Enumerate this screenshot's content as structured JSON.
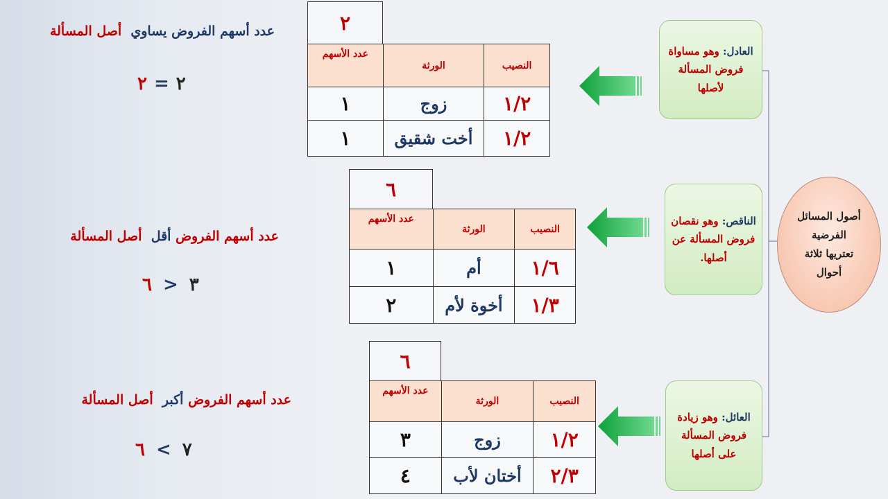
{
  "statements": [
    {
      "p1": "عدد أسهم الفروض",
      "p2": "يساوي",
      "p3": "أصل المسألة",
      "left": "٢",
      "op": "=",
      "right": "٢"
    },
    {
      "p1": "عدد أسهم الفروض",
      "p2": "أقل",
      "p3": "أصل المسألة",
      "left": "٦",
      "op": ">",
      "right": "٣"
    },
    {
      "p1": "عدد أسهم الفروض",
      "p2": "أكبر",
      "p3": "أصل المسألة",
      "left": "٦",
      "op": "<",
      "right": "٧"
    }
  ],
  "tables": [
    {
      "total": "٢",
      "headers": {
        "share": "النصيب",
        "heir": "الورثة",
        "count": "عدد الأسهم"
      },
      "rows": [
        {
          "share": "١/٢",
          "heir": "زوج",
          "count": "١"
        },
        {
          "share": "١/٢",
          "heir": "أخت  شقيق",
          "count": "١"
        }
      ]
    },
    {
      "total": "٦",
      "headers": {
        "share": "النصيب",
        "heir": "الورثة",
        "count": "عدد الأسهم"
      },
      "rows": [
        {
          "share": "١/٦",
          "heir": "أم",
          "count": "١"
        },
        {
          "share": "١/٣",
          "heir": "أخوة  لأم",
          "count": "٢"
        }
      ]
    },
    {
      "total": "٦",
      "headers": {
        "share": "النصيب",
        "heir": "الورثة",
        "count": "عدد الأسهم"
      },
      "rows": [
        {
          "share": "١/٢",
          "heir": "زوج",
          "count": "٣"
        },
        {
          "share": "٢/٣",
          "heir": "أختان لأب",
          "count": "٤"
        }
      ]
    }
  ],
  "cases": [
    {
      "term": "العادل:",
      "desc": "وهو مساواة فروض المسألة لأصلها"
    },
    {
      "term": "الناقص:",
      "desc": "وهو نقصان فروض المسألة عن أصلها."
    },
    {
      "term": "العائل:",
      "desc": "وهو زيادة فروض المسألة على أصلها"
    }
  ],
  "root": {
    "line1": "أصول المسائل",
    "line2": "الفرضية",
    "line3": "تعتريها ثلاثة",
    "line4": "أحوال"
  },
  "colors": {
    "accent_red": "#c00000",
    "dark_blue": "#1f3864",
    "arrow_green": "#22b14c",
    "header_bg": "#fbe0cf"
  }
}
